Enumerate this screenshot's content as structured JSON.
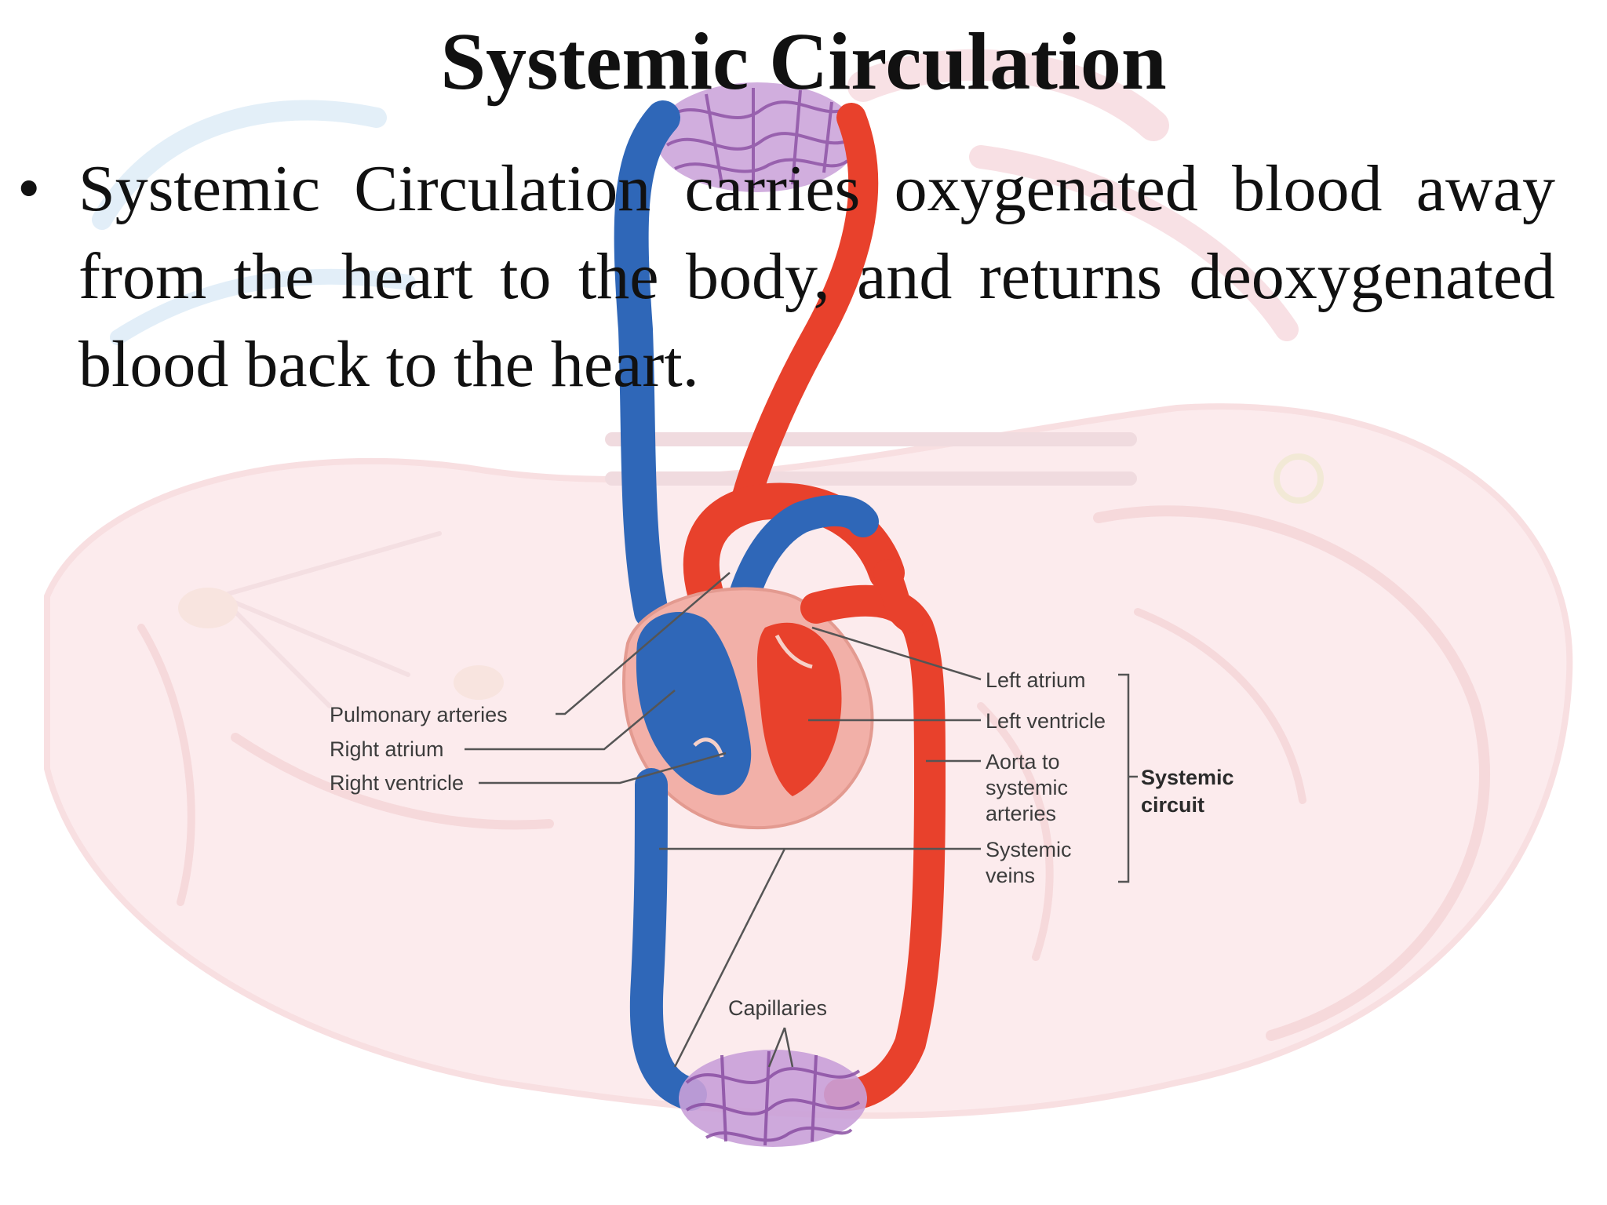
{
  "slide": {
    "title": "Systemic Circulation",
    "bullet": "Systemic Circulation carries oxygenated blood away from the heart to the body, and returns deoxygenated blood back to the heart."
  },
  "diagram": {
    "labels": {
      "pulmonary_arteries": "Pulmonary arteries",
      "right_atrium": "Right atrium",
      "right_ventricle": "Right ventricle",
      "left_atrium": "Left atrium",
      "left_ventricle": "Left ventricle",
      "aorta_line1": "Aorta to",
      "aorta_line2": "systemic",
      "aorta_line3": "arteries",
      "systemic_veins_line1": "Systemic",
      "systemic_veins_line2": "veins",
      "systemic_circuit_line1": "Systemic",
      "systemic_circuit_line2": "circuit",
      "capillaries": "Capillaries"
    },
    "colors": {
      "oxygenated": "#e8412c",
      "deoxygenated": "#2f67b8",
      "capillary": "#b983c8",
      "heart_wall": "#f2b0a8"
    }
  }
}
